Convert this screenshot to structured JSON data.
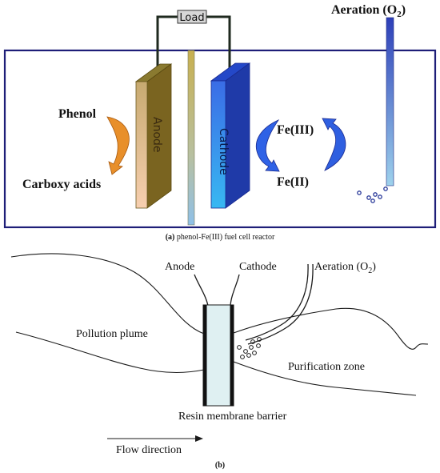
{
  "panel_a": {
    "load_label": "Load",
    "aeration_label": "Aeration (O",
    "aeration_sub": "2",
    "aeration_close": ")",
    "phenol_label": "Phenol",
    "carboxy_label": "Carboxy acids",
    "anode_label": "Anode",
    "cathode_label": "Cathode",
    "fe3_label": "Fe(III)",
    "fe2_label": "Fe(II)",
    "caption_prefix": "(a)",
    "caption_text": " phenol-Fe(III) fuel cell reactor",
    "colors": {
      "tank_border": "#1e1e78",
      "wire": "#1f2a1f",
      "anode_face_top": "#c9b07a",
      "anode_face_bottom": "#f5c9a8",
      "anode_side": "#7a6a20",
      "cathode_face_top": "#3a70e8",
      "cathode_face_bottom": "#34b4f0",
      "cathode_side": "#1f3fb0",
      "membrane": "#c8b45a",
      "arrow_orange": "#e8902a",
      "arrow_blue": "#2f5fe0",
      "bubbles": "#2a3a9a"
    }
  },
  "panel_b": {
    "anode_label": "Anode",
    "cathode_label": "Cathode",
    "aeration_label": "Aeration (O",
    "aeration_sub": "2",
    "aeration_close": ")",
    "pollution_label": "Pollution plume",
    "purification_label": "Purification zone",
    "barrier_label": "Resin membrane barrier",
    "flow_label": "Flow direction",
    "caption": "(b)",
    "colors": {
      "barrier_fill": "#dff0f2",
      "line": "#1a1a1a"
    }
  }
}
